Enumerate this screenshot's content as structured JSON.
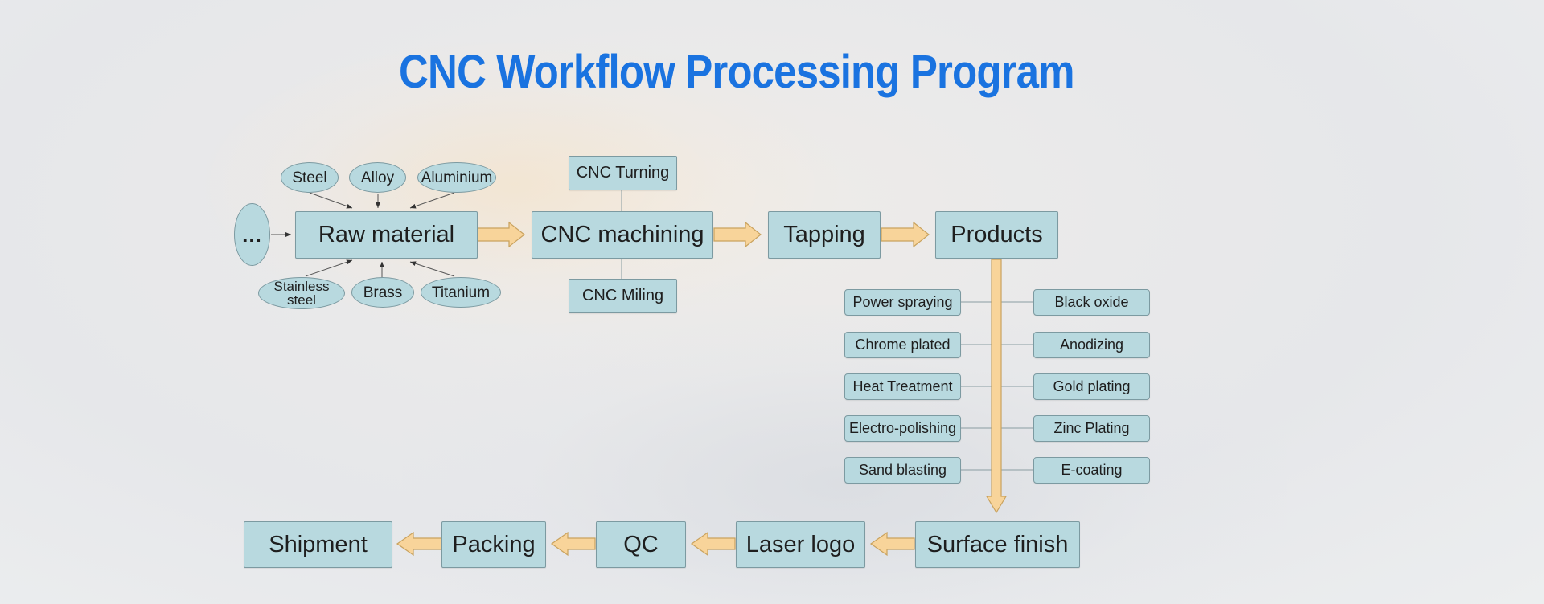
{
  "title": "CNC Workflow Processing Program",
  "materials": {
    "top": [
      "Steel",
      "Alloy",
      "Aluminium"
    ],
    "bottom": [
      "Stainless\nsteel",
      "Brass",
      "Titanium"
    ],
    "more": "..."
  },
  "main_flow": [
    "Raw material",
    "CNC machining",
    "Tapping",
    "Products"
  ],
  "machining_options": [
    "CNC Turning",
    "CNC Miling"
  ],
  "finishes_left": [
    "Power spraying",
    "Chrome plated",
    "Heat Treatment",
    "Electro-polishing",
    "Sand blasting"
  ],
  "finishes_right": [
    "Black oxide",
    "Anodizing",
    "Gold plating",
    "Zinc Plating",
    "E-coating"
  ],
  "bottom_flow": [
    "Surface finish",
    "Laser logo",
    "QC",
    "Packing",
    "Shipment"
  ],
  "colors": {
    "title": "#1a73e0",
    "node_fill": "#b8d9df",
    "node_border": "#7c9aa1",
    "arrow_fill": "#f8d49a",
    "arrow_border": "#c9a25e"
  }
}
